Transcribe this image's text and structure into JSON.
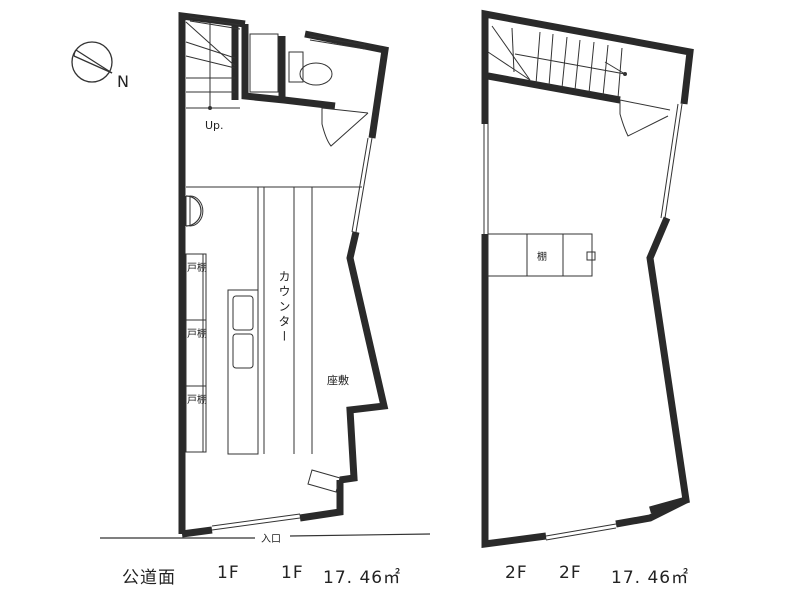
{
  "compass": {
    "direction_label": "N",
    "icon": "north-arrow-icon"
  },
  "floor1": {
    "labels": {
      "stairs_up": "Up.",
      "counter": "カウンター",
      "zashiki": "座敷",
      "shelf_1": "戸棚",
      "shelf_2": "戸棚",
      "shelf_3": "戸棚",
      "entrance": "入口"
    },
    "caption": {
      "road_side": "公道面",
      "floor_label": "1F",
      "floor_name": "1F",
      "area": "17. 46㎡"
    }
  },
  "floor2": {
    "labels": {
      "shelf": "棚"
    },
    "caption": {
      "floor_label": "2F",
      "floor_name": "2F",
      "area": "17. 46㎡"
    }
  },
  "colors": {
    "wall": "#2a2a2a",
    "line": "#333333",
    "background": "#ffffff"
  }
}
